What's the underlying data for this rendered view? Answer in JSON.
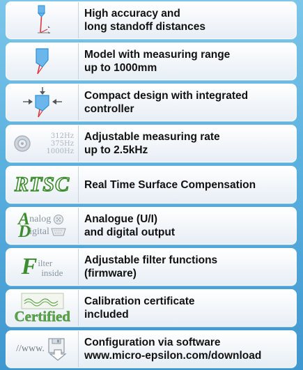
{
  "features": [
    {
      "icon": "sensor-beam-icon",
      "text": "High accuracy and\nlong standoff distances"
    },
    {
      "icon": "sensor-range-icon",
      "text": "Model with measuring range\nup to 1000mm"
    },
    {
      "icon": "compact-design-icon",
      "text": "Compact design with integrated\ncontroller"
    },
    {
      "icon": "measuring-rate-dial-icon",
      "text": "Adjustable measuring rate\nup to 2.5kHz",
      "rates": [
        "312Hz",
        "375Hz",
        "1000Hz"
      ]
    },
    {
      "icon": "rtsc-logo",
      "text": "Real Time Surface Compensation",
      "logo_text": "RTSC"
    },
    {
      "icon": "analog-digital-icon",
      "text": "Analogue (U/I)\nand digital output",
      "labels": {
        "a_big": "A",
        "a_rest": "nalog",
        "d_big": "D",
        "d_rest": "igital"
      }
    },
    {
      "icon": "filter-inside-icon",
      "text": "Adjustable filter functions\n(firmware)",
      "labels": {
        "big": "F",
        "top": "ilter",
        "bottom": "inside"
      }
    },
    {
      "icon": "certified-icon",
      "text": "Calibration certificate\nincluded",
      "badge_text": "Certified"
    },
    {
      "icon": "software-download-icon",
      "text": "Configuration via software\nwww.micro-epsilon.com/download",
      "www_text": "//www."
    }
  ],
  "colors": {
    "accent_green": "#3d8c2f",
    "sensor_blue": "#2f8fd8",
    "laser_red": "#e0343c",
    "background": "#5ab0de"
  }
}
